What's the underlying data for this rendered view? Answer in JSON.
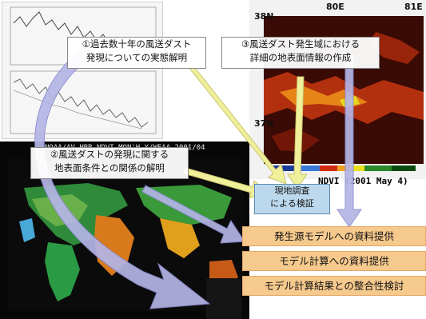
{
  "callouts": {
    "c1_line1": "①過去数十年の風送ダスト",
    "c1_line2": "発現についての実態解明",
    "c2_line1": "②風送ダストの発現に関する",
    "c2_line2": "地表面条件との関係の解明",
    "c3_line1": "③風送ダスト発生域における",
    "c3_line2": "詳細の地表面情報の作成"
  },
  "survey": {
    "line1": "現地調査",
    "line2": "による検証"
  },
  "outputs": [
    "発生源モデルへの資料提供",
    "モデル計算への資料提供",
    "モデル計算結果との整合性検討"
  ],
  "ndvi_map": {
    "lat_top": "38N",
    "lat_mid": "37N",
    "lon_left": "80E",
    "lon_right": "81E",
    "caption": "NDVI (2001 May 4)"
  },
  "world_map": {
    "title": "NOAA/AV-HRR NDVI MON'H.Y/WEAA 2001/04"
  },
  "colors": {
    "survey_fill": "#bcd8ec",
    "output_fill": "#f6c98d",
    "arrow_purple": "#b5b5e6",
    "arrow_yellow": "#f0ef9a"
  }
}
